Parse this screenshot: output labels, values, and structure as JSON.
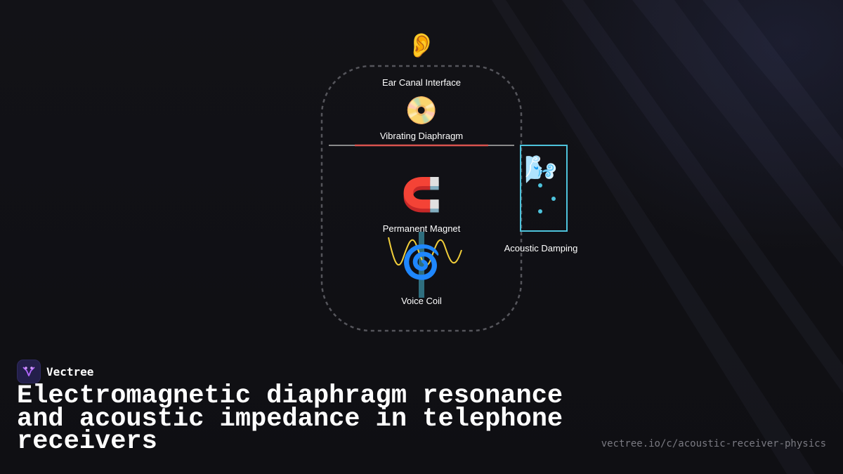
{
  "diagram": {
    "components": {
      "ear": {
        "icon": "ear-emoji",
        "glyph": "👂",
        "label": "Ear Canal Interface"
      },
      "diaphragm": {
        "icon": "disc-emoji",
        "glyph": "📀",
        "label": "Vibrating Diaphragm"
      },
      "magnet": {
        "icon": "magnet-emoji",
        "glyph": "🧲",
        "label": "Permanent Magnet"
      },
      "coil": {
        "icon": "spiral-emoji",
        "glyph": "🌀",
        "label": "Voice Coil"
      },
      "damping": {
        "icon": "wind-emoji",
        "glyph": "🌬️",
        "label": "Acoustic Damping"
      }
    },
    "colors": {
      "housing_outline": "#55555b",
      "diaphragm_line": "#8a8a8a",
      "diaphragm_highlight": "#d9534f",
      "damping_box": "#4ec3dc",
      "damping_particles": "#4ec3dc",
      "coil_core": "#2f6e7e",
      "waveform": "#f2cf3a"
    }
  },
  "brand": {
    "logo_icon": "vectree-logo-icon",
    "name": "Vectree",
    "accent": "#b266ff"
  },
  "title": "Electromagnetic diaphragm resonance and acoustic impedance in telephone receivers",
  "url": "vectree.io/c/acoustic-receiver-physics"
}
